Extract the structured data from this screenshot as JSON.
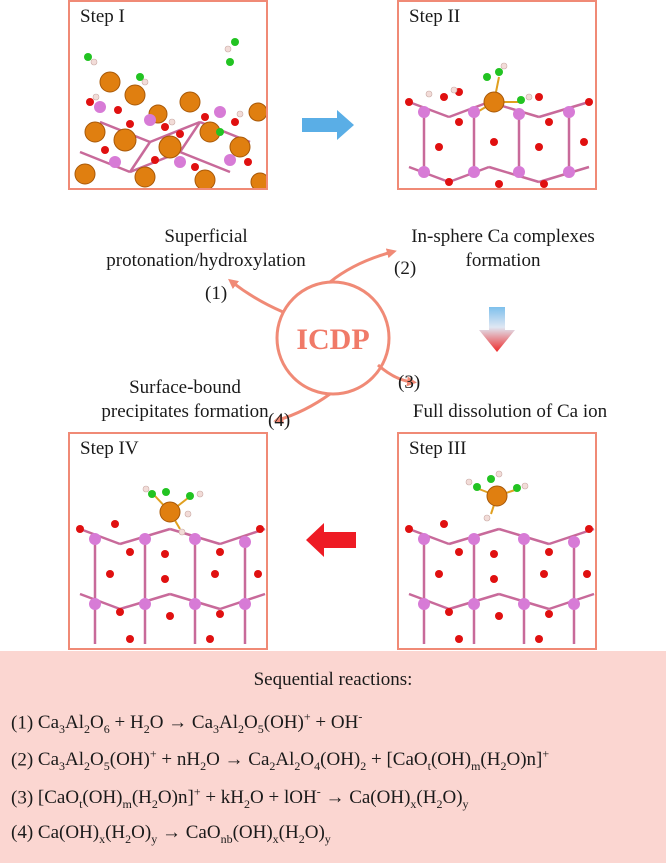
{
  "panels": {
    "step1": {
      "label": "Step I"
    },
    "step2": {
      "label": "Step II"
    },
    "step3": {
      "label": "Step III"
    },
    "step4": {
      "label": "Step IV"
    }
  },
  "cycle": {
    "center_label": "ICDP",
    "captions": {
      "superficial_line1": "Superficial",
      "superficial_line2": "protonation/hydroxylation",
      "inner_line1": "In-sphere Ca complexes",
      "inner_line2": "formation",
      "surface_line1": "Surface-bound",
      "surface_line2": "precipitates formation",
      "full_dissolution": "Full dissolution of Ca ion"
    },
    "numbers": {
      "n1": "(1)",
      "n2": "(2)",
      "n3": "(3)",
      "n4": "(4)"
    }
  },
  "reactions": {
    "title": "Sequential reactions:",
    "lines": [
      {
        "num": "(1)",
        "text": "Ca3Al2O6 + H2O → Ca3Al2O5(OH)+ + OH-"
      },
      {
        "num": "(2)",
        "text": "Ca3Al2O5(OH)+ + nH2O → Ca2Al2O4(OH)2 + [CaOt(OH)m(H2O)n]+"
      },
      {
        "num": "(3)",
        "text": "[CaOt(OH)m(H2O)n]+ + kH2O + lOH- → Ca(OH)x(H2O)y"
      },
      {
        "num": "(4)",
        "text": "Ca(OH)x(H2O)y → CaOnb(OH)x(H2O)y"
      }
    ]
  },
  "colors": {
    "panel_border": "#f08a76",
    "cycle_arrow": "#f08a76",
    "icdp_text": "#f07a68",
    "arrow_blue": "#5aaee6",
    "arrow_red": "#ee1b24",
    "reaction_bg": "#fbd6d1",
    "atom_al": "#d77bd6",
    "atom_o": "#e01010",
    "atom_ca": "#e07f10",
    "atom_cl": "#22c322",
    "atom_h": "#f2dcd8"
  }
}
